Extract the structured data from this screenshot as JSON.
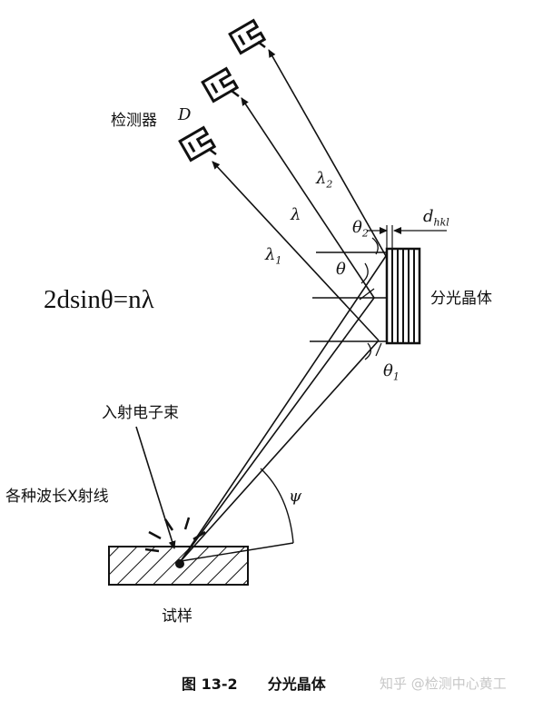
{
  "formula": "2dsinθ=nλ",
  "labels": {
    "detector": "检测器",
    "detector_symbol": "D",
    "crystal": "分光晶体",
    "incident_beam": "入射电子束",
    "xrays": "各种波长X射线",
    "sample": "试样",
    "lambda": "λ",
    "lambda1": "λ",
    "lambda1_sub": "1",
    "lambda2": "λ",
    "lambda2_sub": "2",
    "theta": "θ",
    "theta1": "θ",
    "theta1_sub": "1",
    "theta2": "θ",
    "theta2_sub": "2",
    "dhkl": "d",
    "dhkl_sub": "hkl",
    "psi": "ψ"
  },
  "caption": {
    "figure_no": "图 13-2",
    "title": "分光晶体"
  },
  "watermark": "知乎 @检测中心黄工",
  "colors": {
    "ink": "#111111",
    "watermark": "#c7c7c7"
  }
}
